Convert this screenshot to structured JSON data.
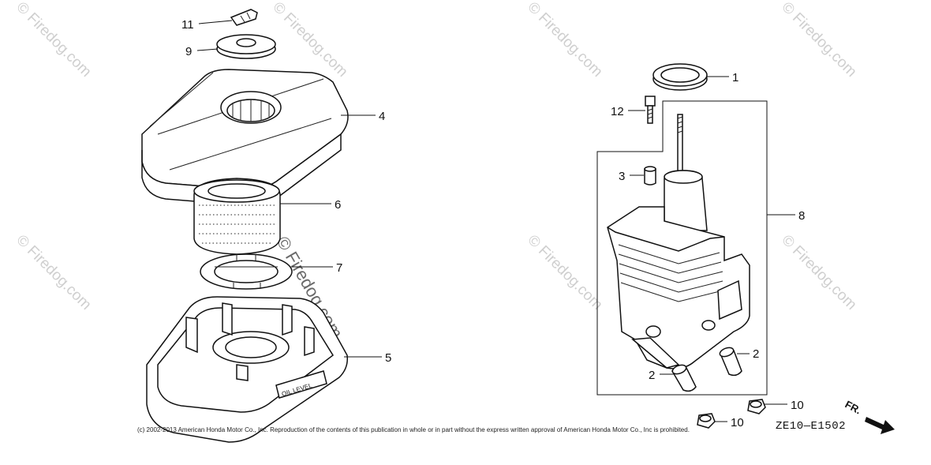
{
  "watermarks": {
    "text": "© Firedog.com",
    "center_text": "© Firedog.com"
  },
  "callouts": {
    "c1": "1",
    "c2a": "2",
    "c2b": "2",
    "c3": "3",
    "c4": "4",
    "c5": "5",
    "c6": "6",
    "c7": "7",
    "c8": "8",
    "c9": "9",
    "c10a": "10",
    "c10b": "10",
    "c11": "11",
    "c12": "12"
  },
  "oil_level_text": "OIL LEVEL",
  "front_indicator": "FR.",
  "diagram_code": "ZE10—E1502",
  "copyright": "(c) 2002-2013 American Honda Motor Co., Inc. Reproduction of the contents of this publication in whole or in part without the express written approval of American Honda Motor Co., Inc is prohibited."
}
